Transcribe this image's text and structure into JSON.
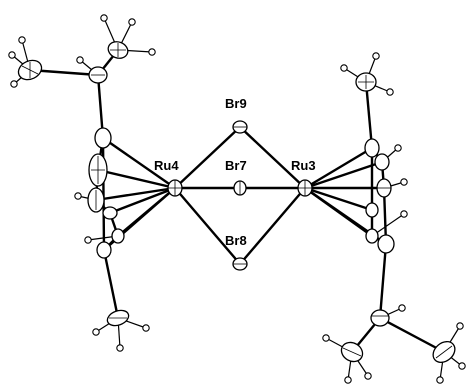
{
  "labels": {
    "ru4": "Ru4",
    "ru3": "Ru3",
    "br9": "Br9",
    "br7": "Br7",
    "br8": "Br8"
  }
}
